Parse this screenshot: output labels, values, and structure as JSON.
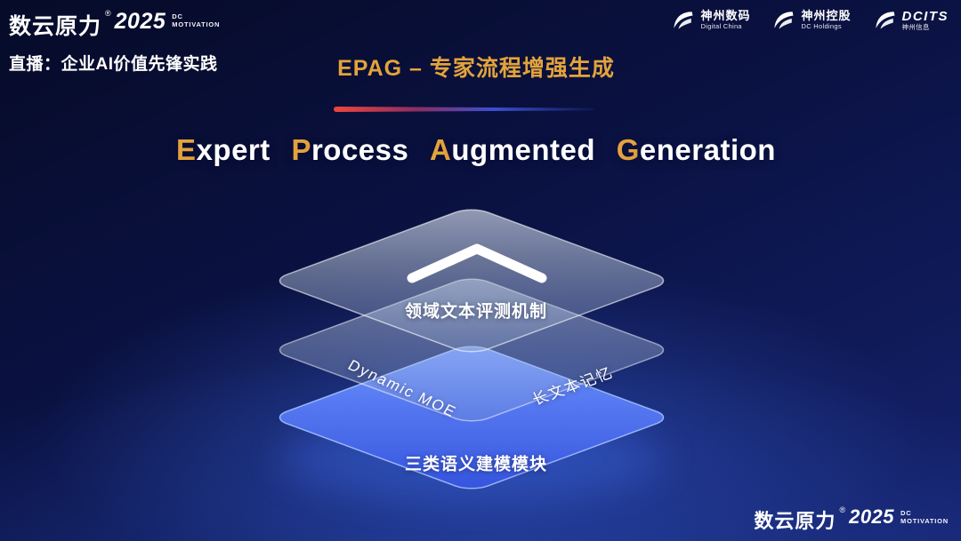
{
  "colors": {
    "accent_gold": "#E3A33C",
    "layer_blue": "#4A6EF0",
    "background_navy": "#0A1140"
  },
  "header": {
    "brand": {
      "name": "数云原力",
      "reg": "®",
      "year": "2025",
      "tag_line1": "DC",
      "tag_line2": "MOTIVATION"
    },
    "live_label": "直播：企业AI价值先锋实践",
    "slide_title": "EPAG – 专家流程增强生成",
    "partner_logos": [
      {
        "title": "神州数码",
        "subtitle": "Digital China"
      },
      {
        "title": "神州控股",
        "subtitle": "DC Holdings"
      },
      {
        "title": "DCITS",
        "subtitle": "神州信息"
      }
    ]
  },
  "main": {
    "heading_words": [
      {
        "initial": "E",
        "rest": "xpert"
      },
      {
        "initial": "P",
        "rest": "rocess"
      },
      {
        "initial": "A",
        "rest": "ugmented"
      },
      {
        "initial": "G",
        "rest": "eneration"
      }
    ],
    "diagram": {
      "top_layer_label": "领域文本评测机制",
      "middle_left_label": "Dynamic MOE",
      "middle_right_label": "长文本记忆",
      "bottom_layer_label": "三类语义建模模块"
    }
  },
  "footer": {
    "brand": {
      "name": "数云原力",
      "reg": "®",
      "year": "2025",
      "tag_line1": "DC",
      "tag_line2": "MOTIVATION"
    }
  }
}
